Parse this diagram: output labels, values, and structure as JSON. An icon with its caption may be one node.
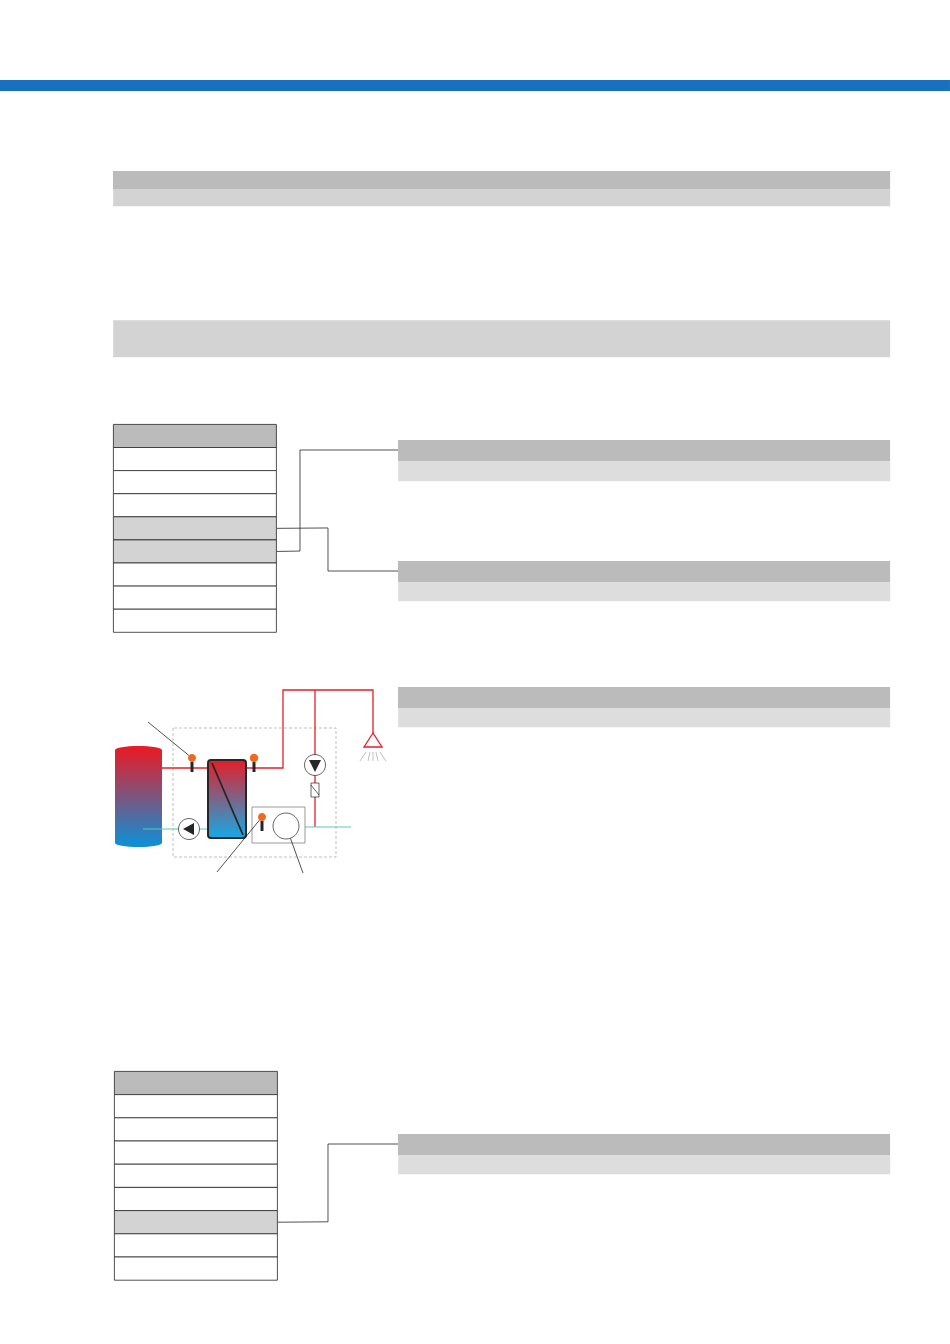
{
  "diagram": {
    "nodes": [
      {
        "text": [],
        "shape": "bar"
      },
      {
        "text": [],
        "shape": "bar"
      },
      {
        "text": [],
        "shape": "box"
      },
      {
        "text": [],
        "shape": "box"
      },
      {
        "text": [],
        "shape": "box"
      },
      {
        "text": [],
        "shape": "box"
      },
      {
        "text": [],
        "shape": "box"
      },
      {
        "text": [],
        "shape": "box"
      },
      {
        "text": [],
        "shape": "box"
      },
      {
        "text": [],
        "shape": "box"
      },
      {
        "text": [],
        "shape": "box"
      },
      {
        "text": [],
        "shape": "bar"
      },
      {
        "text": [],
        "shape": "bar"
      },
      {
        "text": [],
        "shape": "bar"
      },
      {
        "text": [],
        "shape": "circle"
      },
      {
        "text": [],
        "shape": "circle"
      },
      {
        "text": [],
        "shape": "circle"
      },
      {
        "text": [],
        "shape": "box"
      },
      {
        "text": [],
        "shape": "box"
      },
      {
        "text": [],
        "shape": "box"
      },
      {
        "text": [],
        "shape": "box"
      },
      {
        "text": [],
        "shape": "box"
      },
      {
        "text": [],
        "shape": "box"
      },
      {
        "text": [],
        "shape": "box"
      },
      {
        "text": [],
        "shape": "box"
      },
      {
        "text": [],
        "shape": "box"
      },
      {
        "text": [],
        "shape": "bar"
      }
    ],
    "edges": [
      {
        "from": 6,
        "to": 12,
        "arrow": "none"
      },
      {
        "from": 7,
        "to": 11,
        "arrow": "none"
      },
      {
        "from": null,
        "to": 14,
        "arrow": "none"
      },
      {
        "from": null,
        "to": 15,
        "arrow": "none"
      },
      {
        "from": null,
        "to": 16,
        "arrow": "none"
      },
      {
        "from": 23,
        "to": 26,
        "arrow": "none"
      }
    ]
  }
}
